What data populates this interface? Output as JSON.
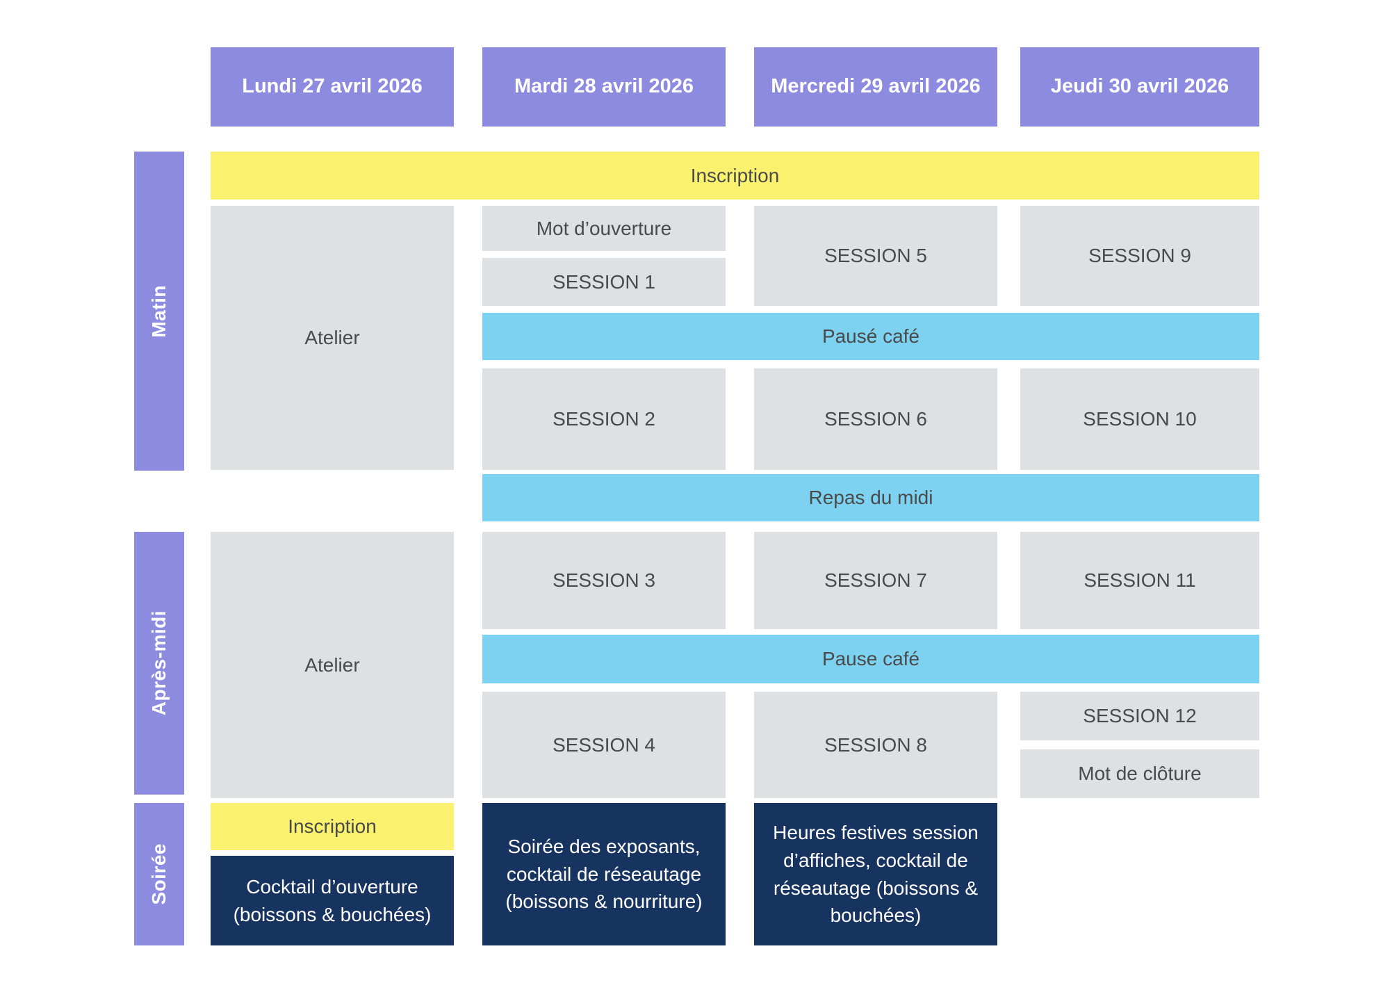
{
  "colors": {
    "purple": "#8d8be0",
    "yellow": "#faf26e",
    "blue": "#7dd2f2",
    "gray": "#dee1e3",
    "navy": "#17335f",
    "celltext": "#4a4a4a",
    "white": "#ffffff"
  },
  "schedule": {
    "days": [
      "Lundi 27 avril 2026",
      "Mardi 28 avril 2026",
      "Mercredi 29 avril 2026",
      "Jeudi 30 avril 2026"
    ],
    "periods": [
      "Matin",
      "Après-midi",
      "Soirée"
    ],
    "events": {
      "inscription_matin": "Inscription",
      "atelier_matin": "Atelier",
      "mot_ouverture": "Mot d’ouverture",
      "session1": "SESSION 1",
      "session5": "SESSION 5",
      "session9": "SESSION 9",
      "pause_cafe_matin": "Pausé café",
      "session2": "SESSION 2",
      "session6": "SESSION 6",
      "session10": "SESSION 10",
      "repas_midi": "Repas du midi",
      "atelier_apresmidi": "Atelier",
      "session3": "SESSION 3",
      "session7": "SESSION 7",
      "session11": "SESSION 11",
      "pause_cafe_apresmidi": "Pause café",
      "session4": "SESSION 4",
      "session8": "SESSION 8",
      "session12": "SESSION 12",
      "mot_cloture": "Mot de clôture",
      "inscription_soiree": "Inscription",
      "cocktail_ouverture": "Cocktail d’ouverture (boissons & bouchées)",
      "soiree_exposants": "Soirée des exposants, cocktail de réseautage (boissons & nourriture)",
      "heures_festives": "Heures festives session d’affiches, cocktail de réseautage (boissons & bouchées)"
    }
  }
}
